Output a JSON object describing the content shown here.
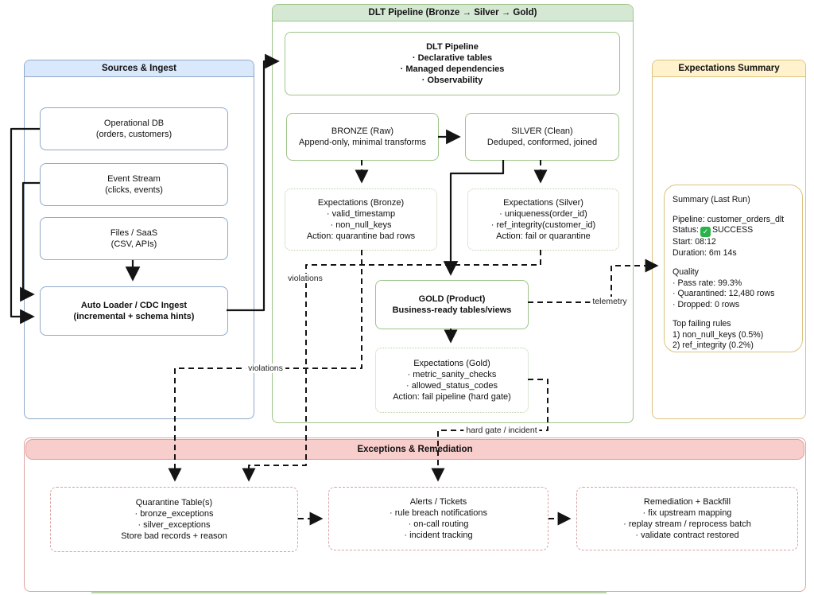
{
  "containers": {
    "sources": {
      "title": "Sources & Ingest"
    },
    "pipeline": {
      "title": "DLT Pipeline (Bronze → Silver → Gold)"
    },
    "summary": {
      "title": "Expectations Summary"
    },
    "exceptions": {
      "title": "Exceptions & Remediation"
    }
  },
  "sources": {
    "operational_db": {
      "lines": [
        "Operational DB",
        "(orders, customers)"
      ]
    },
    "event_stream": {
      "lines": [
        "Event Stream",
        "(clicks, events)"
      ]
    },
    "files_saas": {
      "lines": [
        "Files / SaaS",
        "(CSV, APIs)"
      ]
    },
    "auto_loader": {
      "lines": [
        "Auto Loader / CDC Ingest",
        "(incremental + schema hints)"
      ]
    }
  },
  "pipeline": {
    "info": {
      "lines": [
        "DLT Pipeline",
        "· Declarative tables",
        "· Managed dependencies",
        "· Observability"
      ]
    },
    "bronze": {
      "lines": [
        "BRONZE (Raw)",
        "Append-only, minimal transforms"
      ]
    },
    "silver": {
      "lines": [
        "SILVER (Clean)",
        "Deduped, conformed, joined"
      ]
    },
    "exp_bronze": {
      "lines": [
        "Expectations (Bronze)",
        "· valid_timestamp",
        "· non_null_keys",
        "Action: quarantine bad rows"
      ]
    },
    "exp_silver": {
      "lines": [
        "Expectations (Silver)",
        "· uniqueness(order_id)",
        "· ref_integrity(customer_id)",
        "Action: fail or quarantine"
      ]
    },
    "gold": {
      "lines": [
        "GOLD (Product)",
        "Business-ready tables/views"
      ]
    },
    "exp_gold": {
      "lines": [
        "Expectations (Gold)",
        "· metric_sanity_checks",
        "· allowed_status_codes",
        "Action: fail pipeline (hard gate)"
      ]
    }
  },
  "summary_panel": {
    "heading": "Summary (Last Run)",
    "pipeline_line": "Pipeline: customer_orders_dlt",
    "status_label": "Status:",
    "status_value": "SUCCESS",
    "start_line": "Start: 08:12",
    "duration_line": "Duration: 6m 14s",
    "quality_heading": "Quality",
    "quality_items": [
      "· Pass rate: 99.3%",
      "· Quarantined: 12,480 rows",
      "· Dropped: 0 rows"
    ],
    "failing_heading": "Top failing rules",
    "failing_items": [
      "1) non_null_keys (0.5%)",
      "2) ref_integrity (0.2%)"
    ]
  },
  "exceptions": {
    "quarantine": {
      "lines": [
        "Quarantine Table(s)",
        "· bronze_exceptions",
        "· silver_exceptions",
        "Store bad records + reason"
      ]
    },
    "alerts": {
      "lines": [
        "Alerts / Tickets",
        "· rule breach notifications",
        "· on-call routing",
        "· incident tracking"
      ]
    },
    "backfill": {
      "lines": [
        "Remediation + Backfill",
        "· fix upstream mapping",
        "· replay stream / reprocess batch",
        "· validate contract restored"
      ]
    }
  },
  "edge_labels": {
    "violations_silver": "violations",
    "violations_bronze": "violations",
    "telemetry": "telemetry",
    "hard_gate": "hard gate / incident"
  },
  "icons": {
    "success_check": "✓"
  },
  "colors": {
    "blue_header": "#dae8fc",
    "blue_border": "#8ea8c8",
    "green_header": "#d5e8d4",
    "green_border": "#9ec489",
    "yellow_header": "#fff2cc",
    "yellow_border": "#dcc27e",
    "red_header": "#f8cecc",
    "red_border": "#dfa3a0",
    "edge": "#141414",
    "success_green": "#2ab24a"
  }
}
